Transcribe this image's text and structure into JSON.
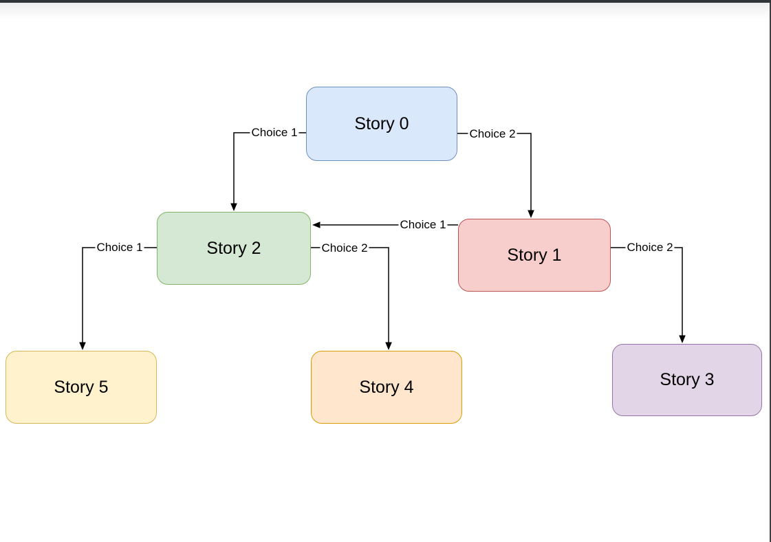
{
  "window": {
    "top_bar_color": "#2f3438",
    "right_edge_color": "#3d4043",
    "canvas_color": "#ffffff"
  },
  "diagram": {
    "type": "story-choice-flowchart",
    "line_color": "#000000",
    "nodes": [
      {
        "id": "story-0",
        "label": "Story 0",
        "fill": "#dae8fc",
        "stroke": "#6c8ebf"
      },
      {
        "id": "story-2",
        "label": "Story 2",
        "fill": "#d5e8d4",
        "stroke": "#82b366"
      },
      {
        "id": "story-1",
        "label": "Story 1",
        "fill": "#f8cecc",
        "stroke": "#b85450"
      },
      {
        "id": "story-5",
        "label": "Story 5",
        "fill": "#fff2cc",
        "stroke": "#d6b656"
      },
      {
        "id": "story-4",
        "label": "Story 4",
        "fill": "#ffe6cc",
        "stroke": "#d79b00"
      },
      {
        "id": "story-3",
        "label": "Story 3",
        "fill": "#e1d5e7",
        "stroke": "#9673a6"
      }
    ],
    "edges": [
      {
        "from": "story-0",
        "to": "story-2",
        "label": "Choice 1"
      },
      {
        "from": "story-0",
        "to": "story-1",
        "label": "Choice 2"
      },
      {
        "from": "story-1",
        "to": "story-2",
        "label": "Choice 1"
      },
      {
        "from": "story-2",
        "to": "story-5",
        "label": "Choice 1"
      },
      {
        "from": "story-2",
        "to": "story-4",
        "label": "Choice 2"
      },
      {
        "from": "story-1",
        "to": "story-3",
        "label": "Choice 2"
      }
    ]
  }
}
